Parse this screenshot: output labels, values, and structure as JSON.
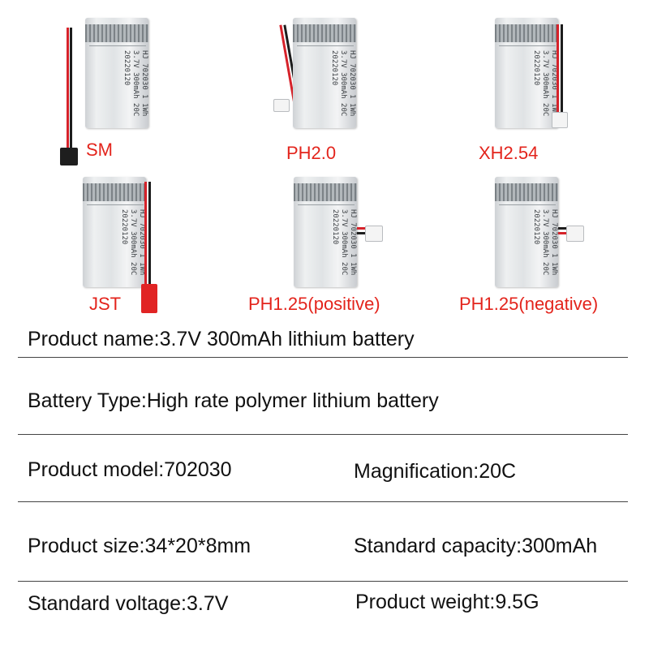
{
  "connectors": [
    {
      "label": "SM",
      "print": [
        "HJ 702030  1 1Wh",
        "3.7V 300mAh 20C",
        "20220120"
      ]
    },
    {
      "label": "PH2.0",
      "print": [
        "HJ 702030  1 1Wh",
        "3.7V 300mAh 20C",
        "20220120"
      ]
    },
    {
      "label": "XH2.54",
      "print": [
        "HJ 702030  1 1Wh",
        "3.7V 300mAh 20C",
        "20220120"
      ]
    },
    {
      "label": "JST",
      "print": [
        "HJ 702030  1 1Wh",
        "3.7V 300mAh 20C",
        "20220120"
      ]
    },
    {
      "label": "PH1.25(positive)",
      "print": [
        "HJ 702030  1 1Wh",
        "3.7V 300mAh 20C",
        "20220120"
      ]
    },
    {
      "label": "PH1.25(negative)",
      "print": [
        "HJ 702030  1 1Wh",
        "3.7V 300mAh 20C",
        "20220120"
      ]
    }
  ],
  "specs": {
    "product_name": "Product name:3.7V 300mAh lithium battery",
    "battery_type": "Battery Type:High rate polymer lithium battery",
    "product_model": "Product model:702030",
    "magnification": "Magnification:20C",
    "product_size": "Product size:34*20*8mm",
    "standard_capacity": "Standard capacity:300mAh",
    "standard_voltage": "Standard voltage:3.7V",
    "product_weight": "Product weight:9.5G"
  },
  "colors": {
    "label_red": "#e3241c",
    "wire_red": "#d6222a",
    "wire_black": "#1d1d1d"
  }
}
